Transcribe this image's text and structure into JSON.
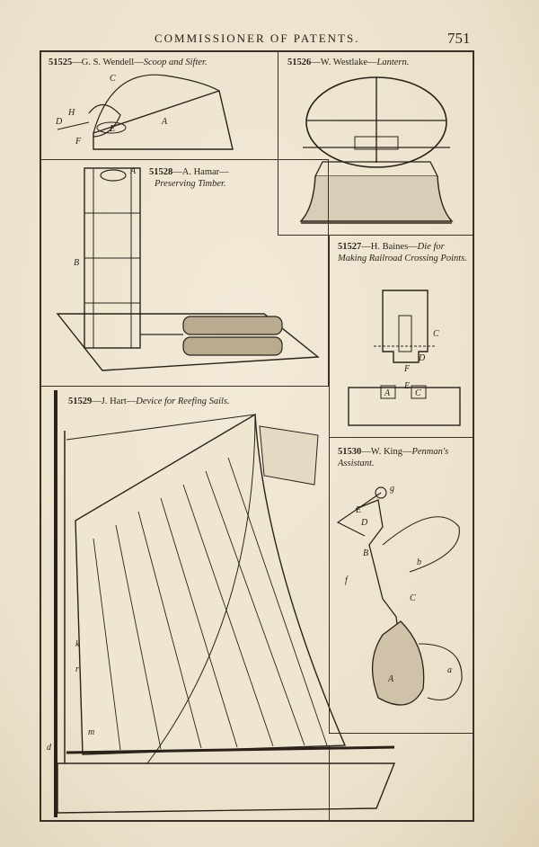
{
  "header": {
    "title": "COMMISSIONER OF PATENTS.",
    "page_number": "751"
  },
  "patents": [
    {
      "number": "51525",
      "dash": "—",
      "inventor": "G. S. Wendell",
      "title": "Scoop and Sifter."
    },
    {
      "number": "51526",
      "dash": "—",
      "inventor": "W. Westlake",
      "title": "Lantern."
    },
    {
      "number": "51528",
      "dash": "—",
      "inventor": "A. Hamar",
      "title": "Preserving Timber."
    },
    {
      "number": "51527",
      "dash": "—",
      "inventor": "H. Baines",
      "title": "Die for Making Railroad Crossing Points."
    },
    {
      "number": "51529",
      "dash": "—",
      "inventor": "J. Hart",
      "title": "Device for Reefing Sails."
    },
    {
      "number": "51530",
      "dash": "—",
      "inventor": "W. King",
      "title": "Penman's Assistant."
    }
  ],
  "figure_labels": {
    "scoop": [
      "C",
      "H",
      "D",
      "F",
      "E",
      "A"
    ],
    "timber": [
      "A",
      "B"
    ],
    "die": [
      "C",
      "D",
      "F",
      "E",
      "A",
      "C"
    ],
    "sail": [
      "d",
      "m",
      "r",
      "k"
    ],
    "penman": [
      "g",
      "E",
      "D",
      "B",
      "b",
      "f",
      "C",
      "A",
      "a"
    ]
  }
}
